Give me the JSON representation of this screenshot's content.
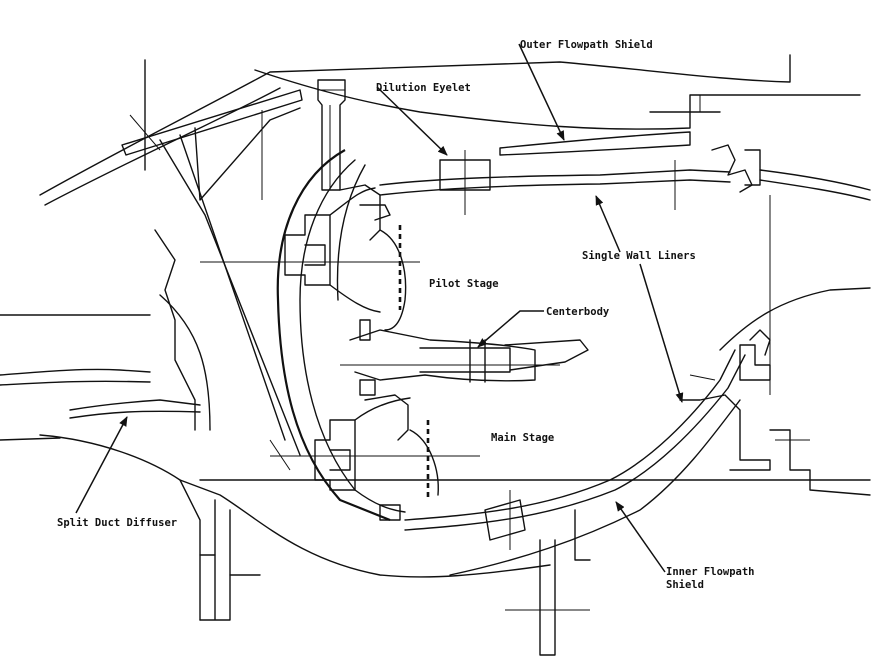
{
  "labels": {
    "outer_flowpath_shield": "Outer Flowpath Shield",
    "dilution_eyelet": "Dilution Eyelet",
    "single_wall_liners": "Single Wall Liners",
    "pilot_stage": "Pilot Stage",
    "centerbody": "Centerbody",
    "main_stage": "Main Stage",
    "split_duct_diffuser": "Split Duct Diffuser",
    "inner_flowpath_shield_line1": "Inner Flowpath",
    "inner_flowpath_shield_line2": "Shield"
  }
}
